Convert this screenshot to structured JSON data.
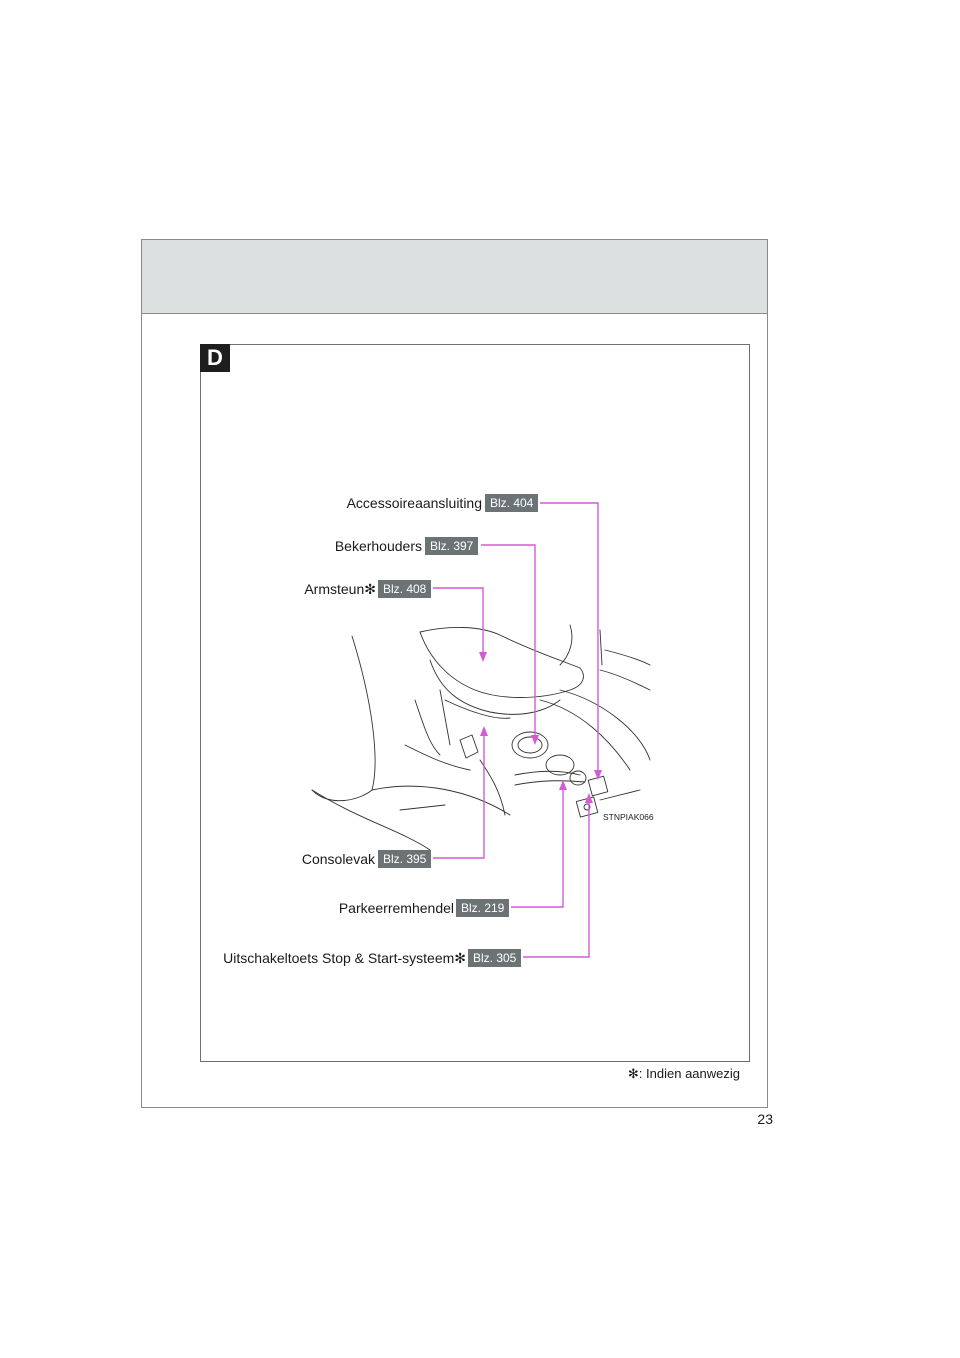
{
  "section": {
    "letter": "D"
  },
  "callouts": [
    {
      "id": "accessory",
      "label": "Accessoireaansluiting",
      "ref": "Blz. 404",
      "asterisk": ""
    },
    {
      "id": "cupholders",
      "label": "Bekerhouders",
      "ref": "Blz. 397",
      "asterisk": ""
    },
    {
      "id": "armrest",
      "label": "Armsteun",
      "ref": "Blz. 408",
      "asterisk": "✻"
    },
    {
      "id": "console",
      "label": "Consolevak",
      "ref": "Blz. 395",
      "asterisk": ""
    },
    {
      "id": "parkbrake",
      "label": "Parkeerremhendel",
      "ref": "Blz. 219",
      "asterisk": ""
    },
    {
      "id": "stopstart",
      "label": "Uitschakeltoets Stop & Start-systeem",
      "ref": "Blz. 305",
      "asterisk": "✻"
    }
  ],
  "illustration": {
    "code": "STNPIAK066"
  },
  "footnote": {
    "symbol": "✻",
    "text": ": Indien aanwezig"
  },
  "page_number": "23",
  "colors": {
    "leader_line": "#d65ad6",
    "ref_badge": "#6b7375",
    "header_band": "#dde0e0"
  }
}
